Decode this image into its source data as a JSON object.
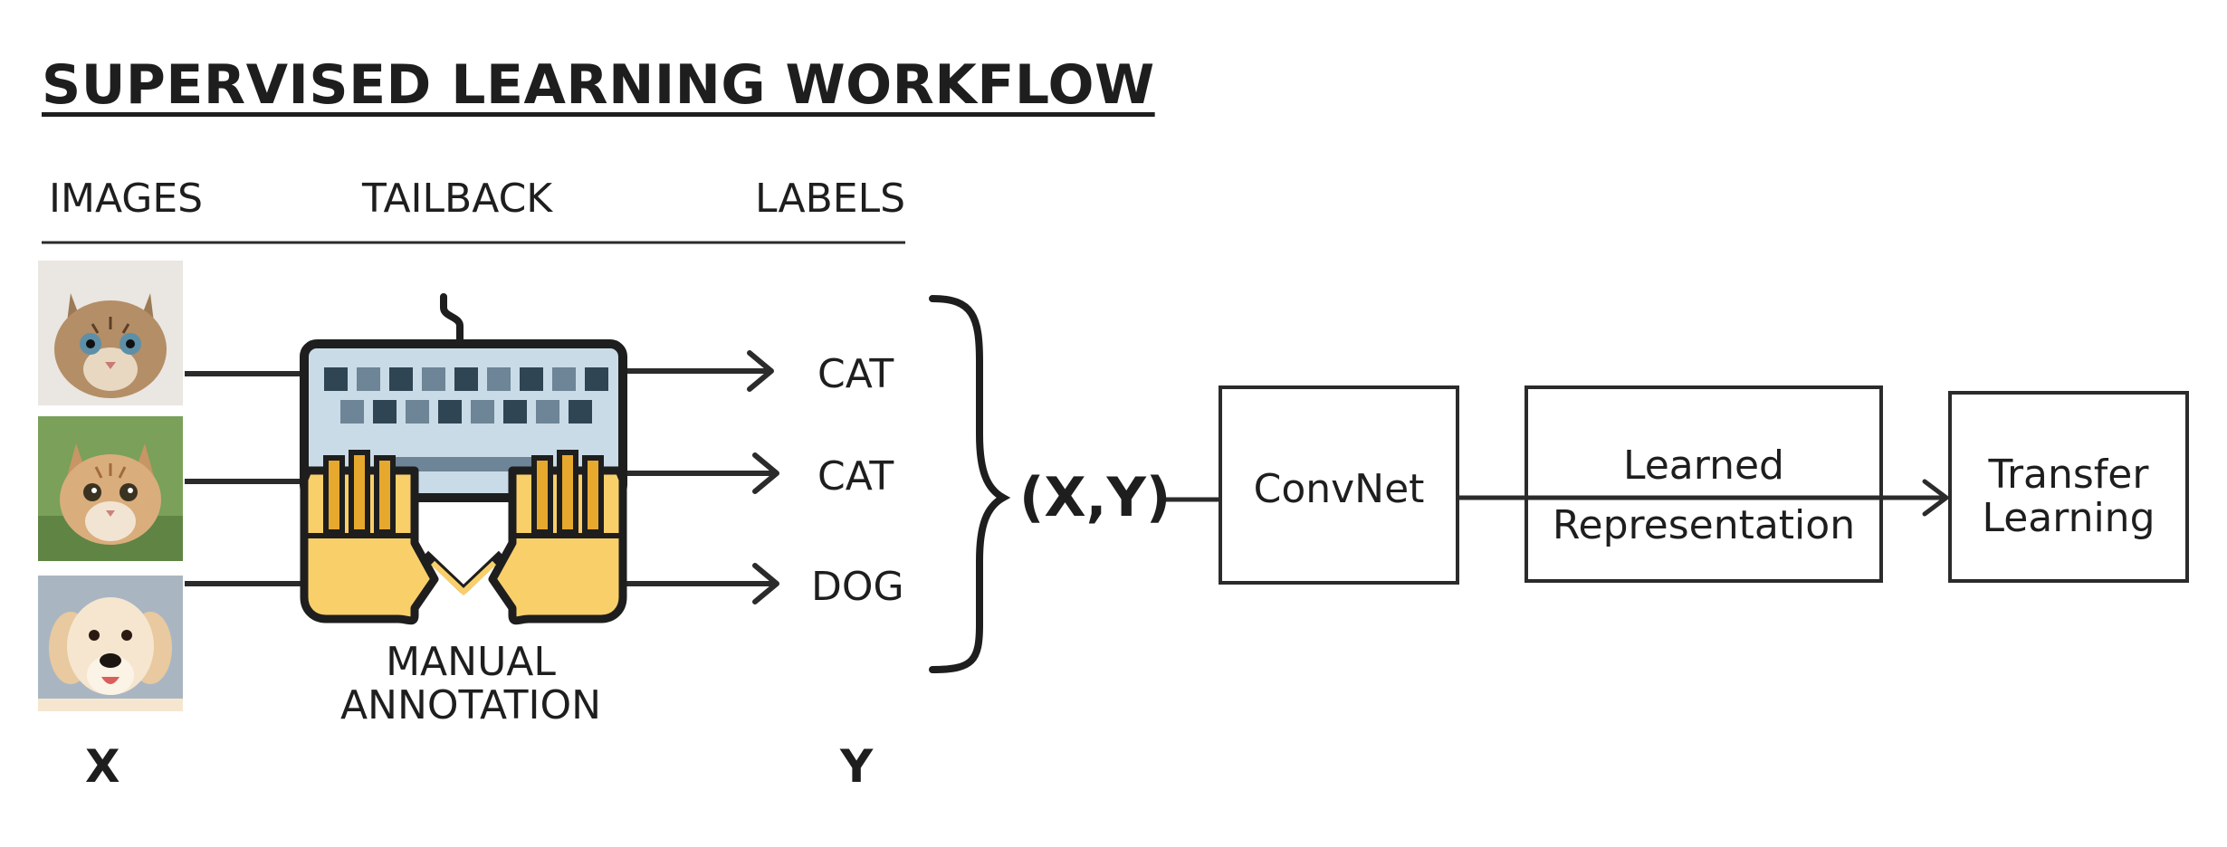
{
  "title": "SUPERVISED LEARNING WORKFLOW",
  "headers": {
    "images": "IMAGES",
    "tailback": "TAILBACK",
    "labels": "LABELS"
  },
  "photos": [
    {
      "animal": "cat-icon"
    },
    {
      "animal": "kitten-icon"
    },
    {
      "animal": "dog-icon"
    }
  ],
  "labels": [
    "CAT",
    "CAT",
    "DOG"
  ],
  "annotation_caption_1": "MANUAL",
  "annotation_caption_2": "ANNOTATION",
  "x_label": "X",
  "y_label": "Y",
  "pair_label": "(X,Y)",
  "boxes": {
    "convnet": "ConvNet",
    "learned_1": "Learned",
    "learned_2": "Representation",
    "transfer_1": "Transfer",
    "transfer_2": "Learning"
  },
  "colors": {
    "stroke": "#2b2b2b",
    "keyboard_body": "#c9dbe6",
    "keys": "#2f4553",
    "keys_light": "#6d8596",
    "hand": "#f9cf6a",
    "hand_dark": "#e7a82e"
  }
}
